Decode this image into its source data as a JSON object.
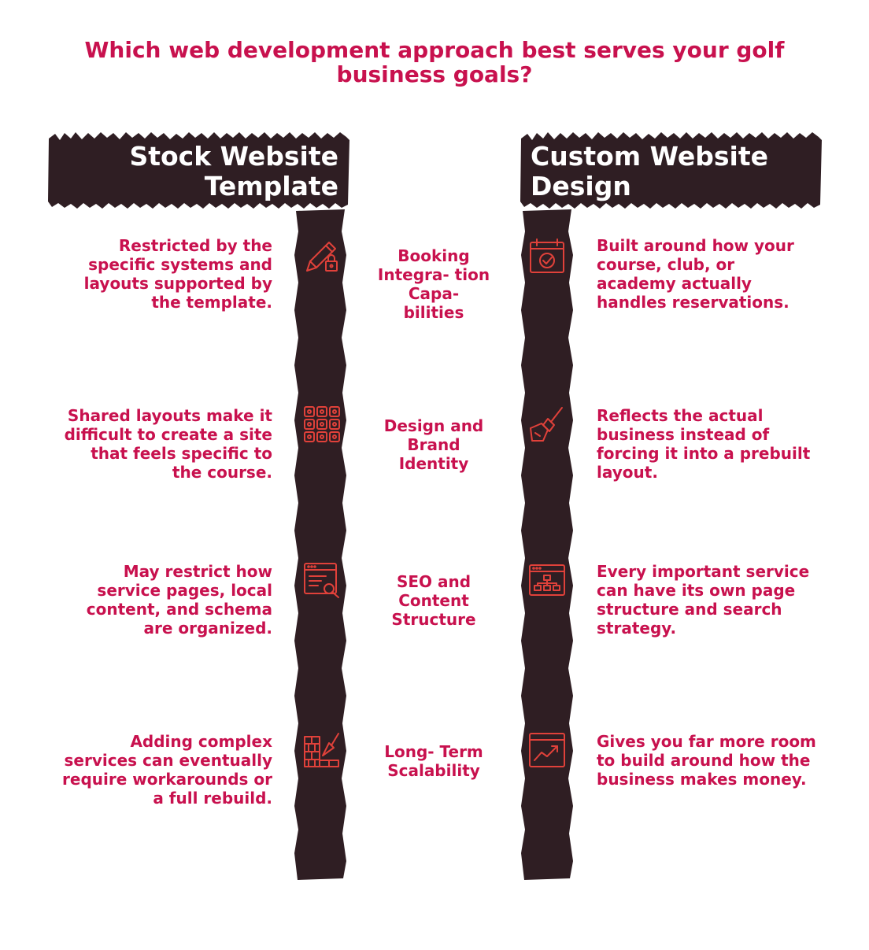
{
  "title": "Which web development approach best serves your golf business goals?",
  "colors": {
    "accent": "#c8114e",
    "dark": "#2f1e23",
    "white": "#ffffff"
  },
  "columns": {
    "left_header": "Stock Website Template",
    "right_header": "Custom Website Design"
  },
  "rows": [
    {
      "criterion": "Booking Integra- tion Capa- bilities",
      "left": "Restricted by the specific systems and layouts supported by the template.",
      "right": "Built around how your course, club, or academy actually handles reservations.",
      "left_icon": "pencil-lock-icon",
      "right_icon": "calendar-check-icon"
    },
    {
      "criterion": "Design and Brand Identity",
      "left": "Shared layouts make it difficult to create a site that feels specific to the course.",
      "right": "Reflects the actual business instead of forcing it into a prebuilt layout.",
      "left_icon": "grid-blocks-icon",
      "right_icon": "paint-brush-icon"
    },
    {
      "criterion": "SEO and Content Structure",
      "left": "May restrict how service pages, local content, and schema are organized.",
      "right": "Every important service can have its own page structure and search strategy.",
      "left_icon": "browser-search-icon",
      "right_icon": "browser-sitemap-icon"
    },
    {
      "criterion": "Long- Term Scalability",
      "left": "Adding complex services can eventually require workarounds or a full rebuild.",
      "right": "Gives you far more room to build around how the business makes money.",
      "left_icon": "brick-wall-trowel-icon",
      "right_icon": "growth-chart-icon"
    }
  ]
}
